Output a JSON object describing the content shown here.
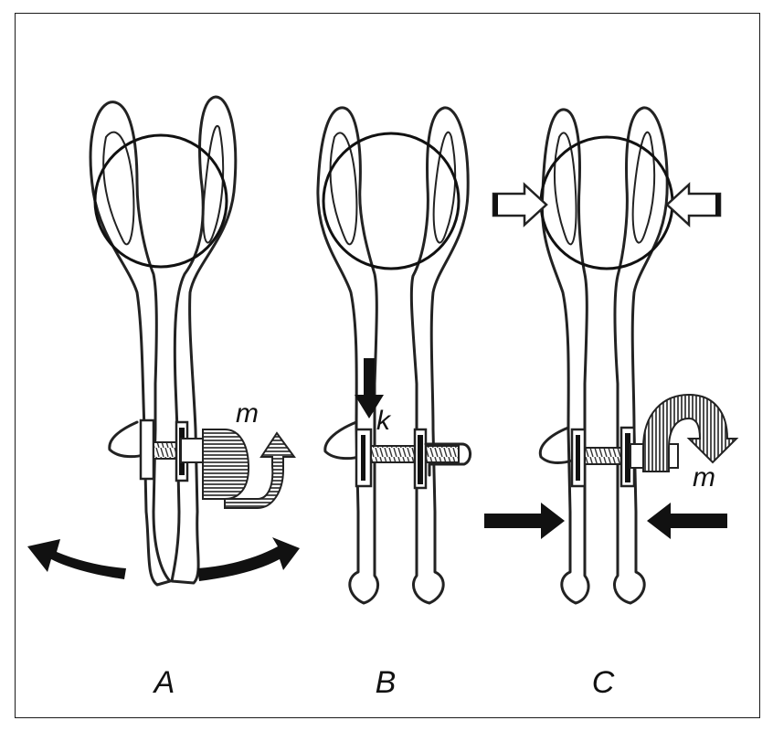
{
  "panels": [
    {
      "id": "A",
      "label": "A",
      "annotations": [
        "m"
      ]
    },
    {
      "id": "B",
      "label": "B",
      "annotations": [
        "k"
      ]
    },
    {
      "id": "C",
      "label": "C",
      "annotations": [
        "m"
      ]
    }
  ],
  "colors": {
    "line": "#222222",
    "fill": "#ffffff",
    "arrow_solid": "#111111"
  }
}
